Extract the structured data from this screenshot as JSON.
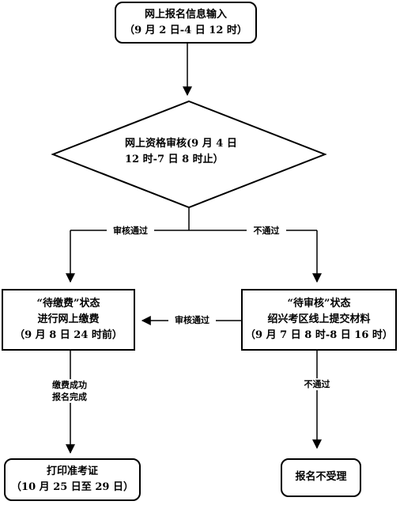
{
  "nodes": {
    "input": {
      "line1": "网上报名信息输入",
      "line2": "（9 月 2 日-4 日 12 时）"
    },
    "review": {
      "line1": "网上资格审核(9 月 4 日",
      "line2": "12 时-7 日 8 时止）"
    },
    "pay": {
      "line1": "“待缴费”状态",
      "line2": "进行网上缴费",
      "line3": "（9 月 8 日 24 时前）"
    },
    "pending": {
      "line1": "“待审核”状态",
      "line2": "绍兴考区线上提交材料",
      "line3": "（9 月 7 日 8 时-8 日 16 时）"
    },
    "print": {
      "line1": "打印准考证",
      "line2": "（10 月 25 日至 29 日）"
    },
    "reject": {
      "line1": "报名不受理"
    }
  },
  "edges": {
    "pass": "审核通过",
    "fail": "不通过",
    "pass2": "审核通过",
    "paid": {
      "line1": "缴费成功",
      "line2": "报名完成"
    },
    "fail2": "不通过"
  }
}
